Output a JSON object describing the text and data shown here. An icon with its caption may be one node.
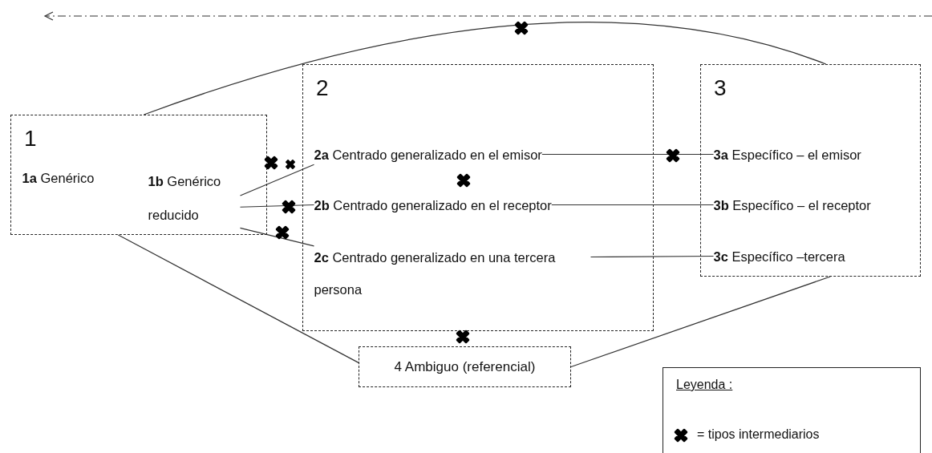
{
  "diagram": {
    "nodes": [
      {
        "text": [
          "1"
        ]
      },
      {
        "text": [
          "**1a** Genérico"
        ],
        "in": 0
      },
      {
        "text": [
          "**1b** Genérico reducido"
        ],
        "in": 0
      },
      {
        "text": [
          "2"
        ]
      },
      {
        "text": [
          "**2a** Centrado generalizado en el emisor"
        ],
        "in": 3
      },
      {
        "text": [
          "**2b** Centrado generalizado en el receptor"
        ],
        "in": 3
      },
      {
        "text": [
          "**2c** Centrado generalizado en una tercera persona"
        ],
        "in": 3
      },
      {
        "text": [
          "3"
        ]
      },
      {
        "text": [
          "**3a** Específico – el emisor"
        ],
        "in": 7
      },
      {
        "text": [
          "**3b** Específico – el receptor"
        ],
        "in": 7
      },
      {
        "text": [
          "**3c** Específico –tercera"
        ],
        "in": 7
      },
      {
        "text": [
          "4 Ambiguo (referencial)"
        ]
      }
    ],
    "edges": [
      {
        "from": 0,
        "to": 7,
        "arrow": "none"
      },
      {
        "from": 0,
        "to": 11,
        "arrow": "none"
      },
      {
        "from": 11,
        "to": 7,
        "arrow": "none"
      },
      {
        "from": 2,
        "to": 4,
        "arrow": "none"
      },
      {
        "from": 2,
        "to": 5,
        "arrow": "none"
      },
      {
        "from": 2,
        "to": 6,
        "arrow": "none"
      },
      {
        "from": 4,
        "to": 8,
        "arrow": "none"
      },
      {
        "from": 5,
        "to": 9,
        "arrow": "none"
      },
      {
        "from": 6,
        "to": 10,
        "arrow": "none"
      }
    ],
    "labels": [
      "Leyenda :"
    ],
    "legend": [
      {
        "text": "= tipos intermediarios"
      }
    ]
  }
}
